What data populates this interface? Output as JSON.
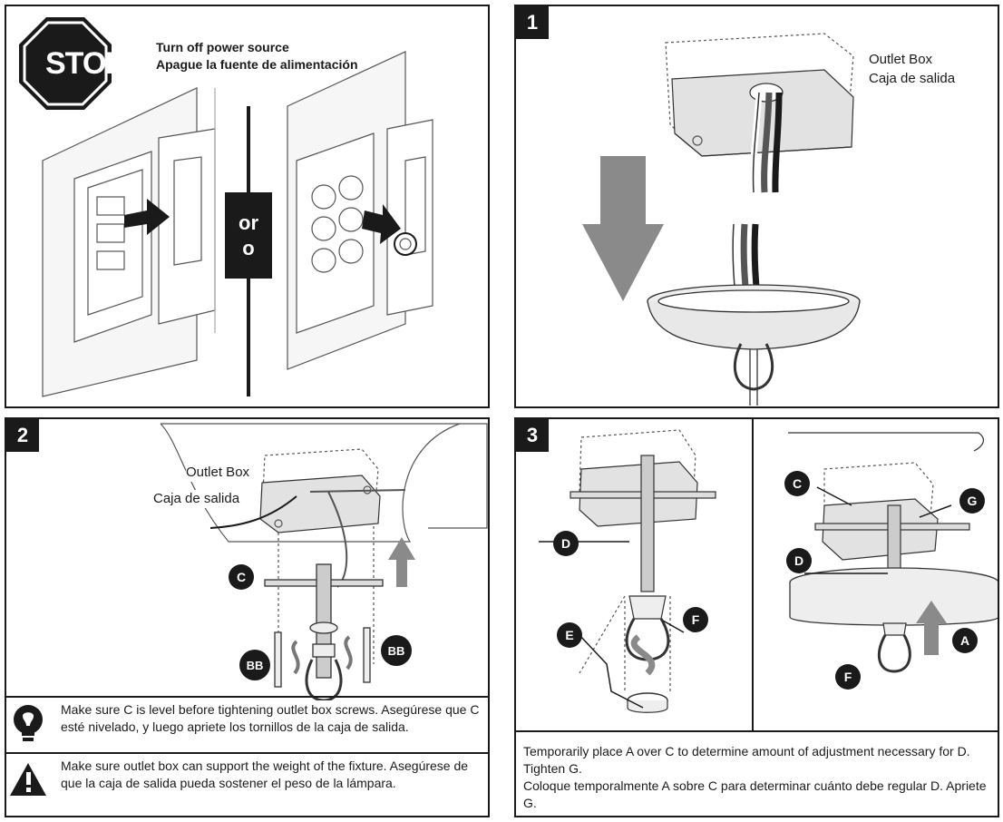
{
  "panel_stop": {
    "stop_sign": "STOP",
    "title_en": "Turn off power source",
    "title_es": "Apague la fuente de alimentación",
    "or_en": "or",
    "or_es": "o"
  },
  "step1": {
    "number": "1",
    "label_en": "Outlet Box",
    "label_es": "Caja de salida"
  },
  "step2": {
    "number": "2",
    "label_en": "Outlet Box",
    "label_es": "Caja de salida",
    "callout_c": "C",
    "callout_bb_left": "BB",
    "callout_bb_right": "BB",
    "tip_text": "Make sure C is level before tightening outlet box screws. Asegúrese que C esté nivelado, y luego apriete los tornillos de la caja de salida.",
    "warning_text": "Make sure outlet box can support the weight of the fixture. Asegúrese de que la caja de salida pueda sostener el peso de la lámpara."
  },
  "step3": {
    "number": "3",
    "callout_d_left": "D",
    "callout_f_left": "F",
    "callout_e": "E",
    "callout_c": "C",
    "callout_g": "G",
    "callout_d_right": "D",
    "callout_a": "A",
    "callout_f_right": "F",
    "instruction_en": "Temporarily place A over C to determine amount of adjustment necessary for D. Tighten G.",
    "instruction_es": "Coloque temporalmente A sobre C para determinar cuánto debe regular D. Apriete G."
  },
  "colors": {
    "ink": "#1a1a1a",
    "arrow_gray": "#808080",
    "box_gray": "#d8d8d8"
  }
}
